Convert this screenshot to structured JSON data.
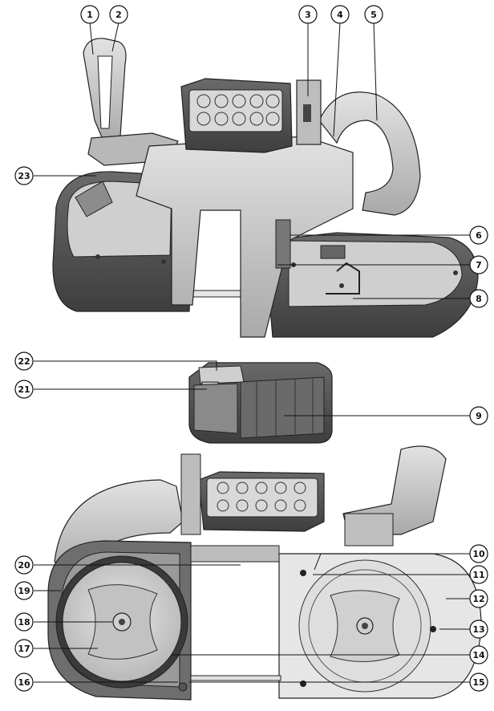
{
  "callouts": [
    {
      "n": "1"
    },
    {
      "n": "2"
    },
    {
      "n": "3"
    },
    {
      "n": "4"
    },
    {
      "n": "5"
    },
    {
      "n": "6"
    },
    {
      "n": "7"
    },
    {
      "n": "8"
    },
    {
      "n": "9"
    },
    {
      "n": "10"
    },
    {
      "n": "11"
    },
    {
      "n": "12"
    },
    {
      "n": "13"
    },
    {
      "n": "14"
    },
    {
      "n": "15"
    },
    {
      "n": "16"
    },
    {
      "n": "17"
    },
    {
      "n": "18"
    },
    {
      "n": "19"
    },
    {
      "n": "20"
    },
    {
      "n": "21"
    },
    {
      "n": "22"
    },
    {
      "n": "23"
    }
  ],
  "colors": {
    "body_dark": "#4d4d4d",
    "body_mid": "#8a8a8a",
    "body_light": "#c4c4c4",
    "body_lighter": "#dcdcdc",
    "outline": "#222222"
  }
}
